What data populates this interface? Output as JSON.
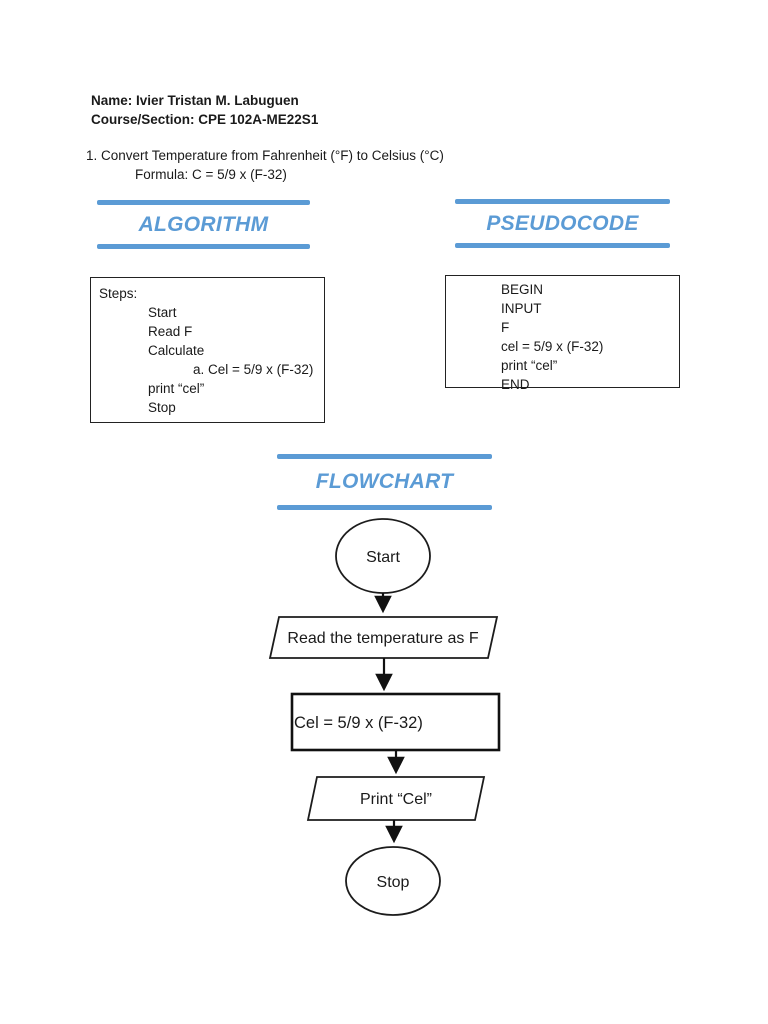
{
  "page": {
    "background": "#ffffff",
    "accent_color": "#5b9bd5",
    "text_color": "#1a1a1a"
  },
  "header": {
    "name_line": "Name: Ivier Tristan M. Labuguen",
    "course_line": "Course/Section: CPE 102A-ME22S1",
    "problem_line": "1. Convert Temperature from Fahrenheit (°F) to Celsius (°C)",
    "formula_line": "Formula: C = 5/9 x (F-32)"
  },
  "sections": {
    "algorithm_title": "ALGORITHM",
    "pseudocode_title": "PSEUDOCODE",
    "flowchart_title": "FLOWCHART"
  },
  "algorithm": {
    "lines": [
      "Steps:",
      "Start",
      "Read F",
      "Calculate",
      "a. Cel = 5/9 x (F-32)",
      "print “cel”",
      "Stop"
    ]
  },
  "pseudocode": {
    "lines": [
      "BEGIN",
      "INPUT",
      "F",
      "cel = 5/9 x (F-32)",
      "print “cel”",
      "END"
    ]
  },
  "flowchart": {
    "start_label": "Start",
    "input_label": "Read the temperature as F",
    "process_label": "Cel = 5/9 x (F-32)",
    "output_label": "Print “Cel”",
    "stop_label": "Stop"
  }
}
